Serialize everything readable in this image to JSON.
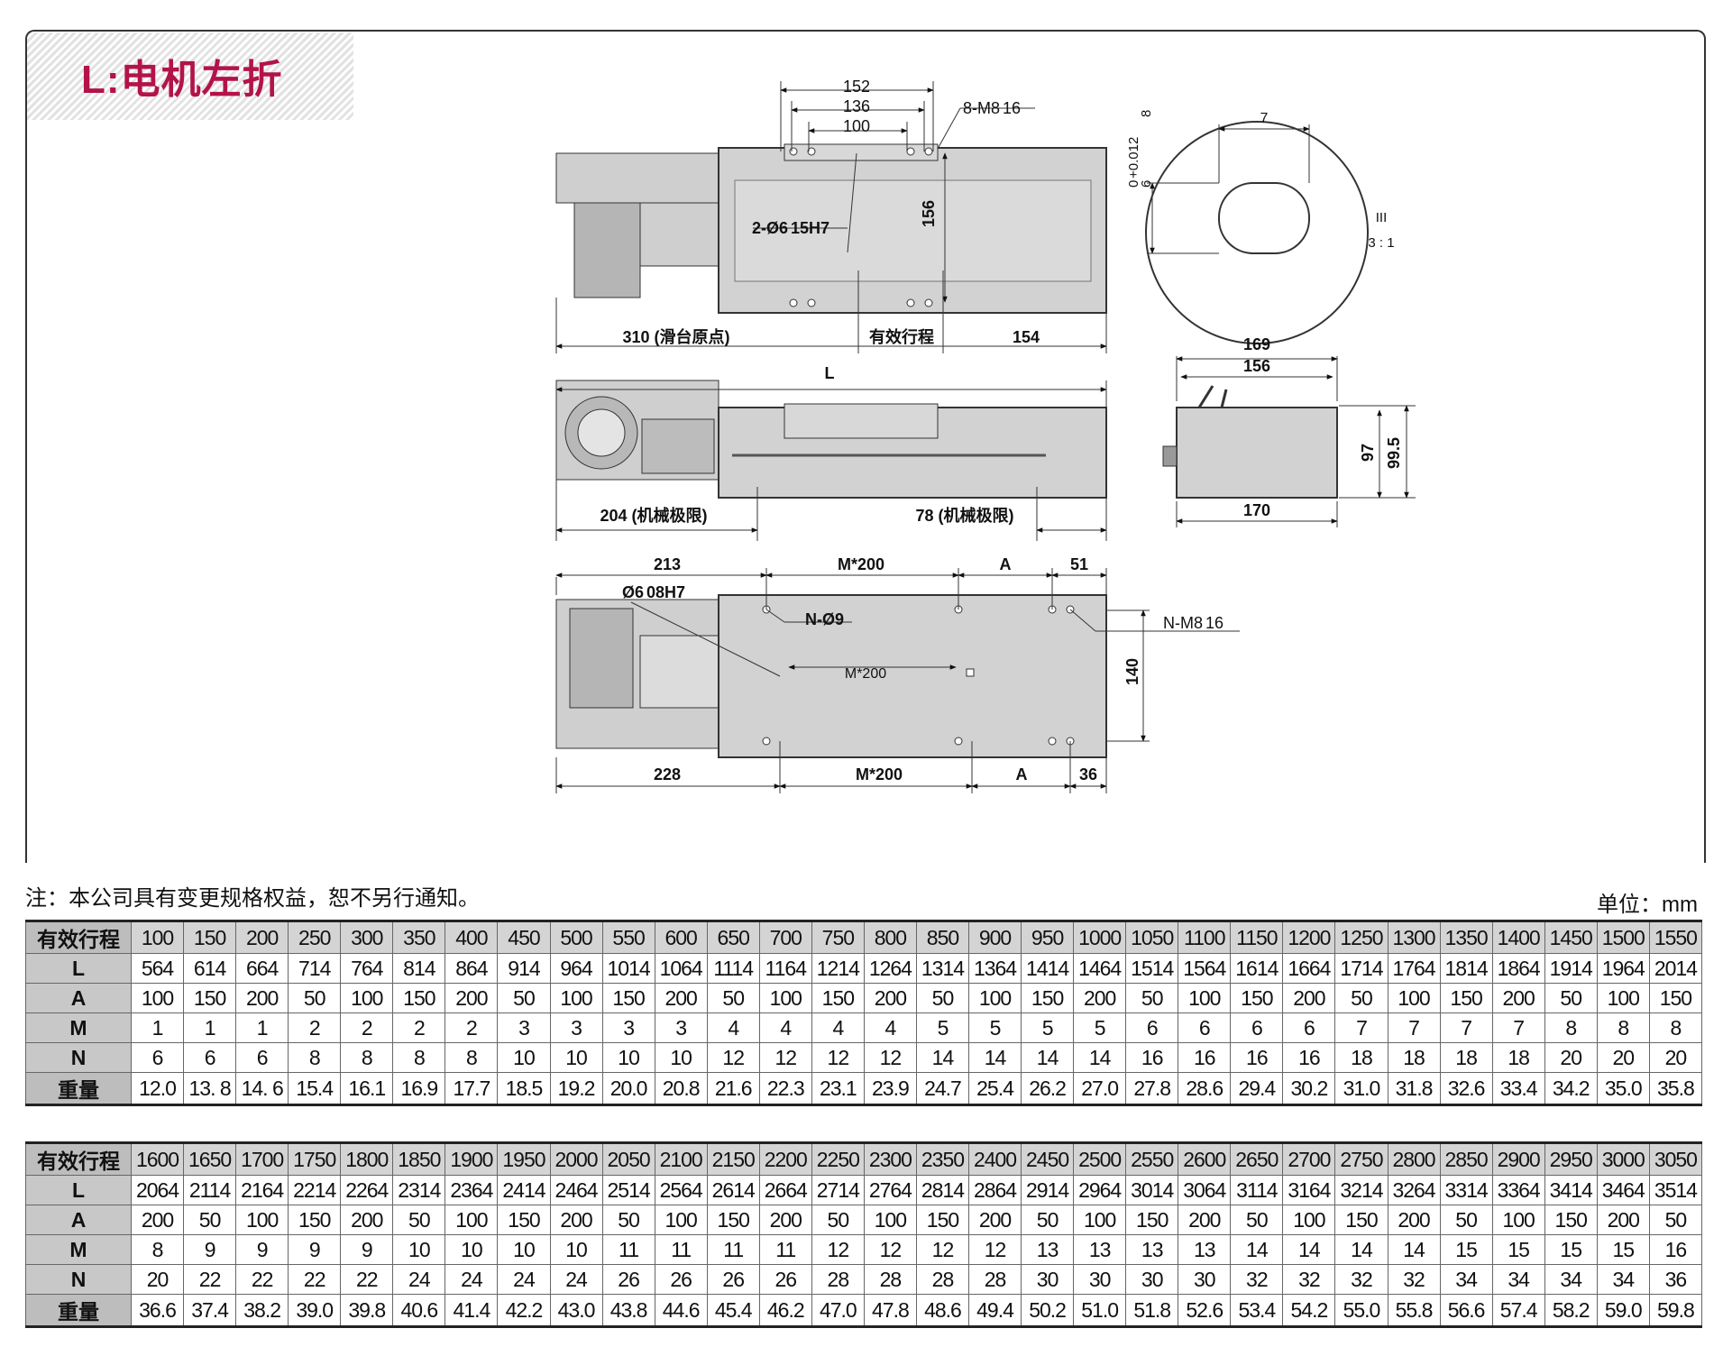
{
  "title": "L:电机左折",
  "drawing": {
    "dims": {
      "d152": "152",
      "d136": "136",
      "d100": "100",
      "m8": "8-M8",
      "dep16": "16",
      "hole": "2-Ø6",
      "dep15h7": "15H7",
      "d156v": "156",
      "d310": "310 (滑台原点)",
      "stroke": "有效行程",
      "d154": "154",
      "L": "L",
      "d204": "204 (机械极限)",
      "d78": "78 (机械极限)",
      "d169": "169",
      "d156": "156",
      "d97": "97",
      "d99_5": "99.5",
      "d170": "170",
      "d213": "213",
      "m200a": "M*200",
      "A1": "A",
      "d51": "51",
      "d6h7": "Ø6",
      "dep08h7": "08H7",
      "n9": "N-Ø9",
      "nm8": "N-M8",
      "dep16b": "16",
      "m200mid": "M*200",
      "d140": "140",
      "d228": "228",
      "m200b": "M*200",
      "A2": "A",
      "d36": "36"
    },
    "detail": {
      "d7": "7",
      "tol": "+0.012",
      "zero": "0",
      "six": "6",
      "dep8": "8",
      "view": "III",
      "scale": "3 : 1"
    }
  },
  "note": "注：本公司具有变更规格权益，恕不另行通知。",
  "unit": "单位：mm",
  "table1": {
    "rows": [
      {
        "label": "有效行程",
        "values": [
          "100",
          "150",
          "200",
          "250",
          "300",
          "350",
          "400",
          "450",
          "500",
          "550",
          "600",
          "650",
          "700",
          "750",
          "800",
          "850",
          "900",
          "950",
          "1000",
          "1050",
          "1100",
          "1150",
          "1200",
          "1250",
          "1300",
          "1350",
          "1400",
          "1450",
          "1500",
          "1550"
        ]
      },
      {
        "label": "L",
        "values": [
          "564",
          "614",
          "664",
          "714",
          "764",
          "814",
          "864",
          "914",
          "964",
          "1014",
          "1064",
          "1114",
          "1164",
          "1214",
          "1264",
          "1314",
          "1364",
          "1414",
          "1464",
          "1514",
          "1564",
          "1614",
          "1664",
          "1714",
          "1764",
          "1814",
          "1864",
          "1914",
          "1964",
          "2014"
        ]
      },
      {
        "label": "A",
        "values": [
          "100",
          "150",
          "200",
          "50",
          "100",
          "150",
          "200",
          "50",
          "100",
          "150",
          "200",
          "50",
          "100",
          "150",
          "200",
          "50",
          "100",
          "150",
          "200",
          "50",
          "100",
          "150",
          "200",
          "50",
          "100",
          "150",
          "200",
          "50",
          "100",
          "150"
        ]
      },
      {
        "label": "M",
        "values": [
          "1",
          "1",
          "1",
          "2",
          "2",
          "2",
          "2",
          "3",
          "3",
          "3",
          "3",
          "4",
          "4",
          "4",
          "4",
          "5",
          "5",
          "5",
          "5",
          "6",
          "6",
          "6",
          "6",
          "7",
          "7",
          "7",
          "7",
          "8",
          "8",
          "8"
        ]
      },
      {
        "label": "N",
        "values": [
          "6",
          "6",
          "6",
          "8",
          "8",
          "8",
          "8",
          "10",
          "10",
          "10",
          "10",
          "12",
          "12",
          "12",
          "12",
          "14",
          "14",
          "14",
          "14",
          "16",
          "16",
          "16",
          "16",
          "18",
          "18",
          "18",
          "18",
          "20",
          "20",
          "20"
        ]
      },
      {
        "label": "重量",
        "values": [
          "12.0",
          "13. 8",
          "14. 6",
          "15.4",
          "16.1",
          "16.9",
          "17.7",
          "18.5",
          "19.2",
          "20.0",
          "20.8",
          "21.6",
          "22.3",
          "23.1",
          "23.9",
          "24.7",
          "25.4",
          "26.2",
          "27.0",
          "27.8",
          "28.6",
          "29.4",
          "30.2",
          "31.0",
          "31.8",
          "32.6",
          "33.4",
          "34.2",
          "35.0",
          "35.8"
        ]
      }
    ]
  },
  "table2": {
    "rows": [
      {
        "label": "有效行程",
        "values": [
          "1600",
          "1650",
          "1700",
          "1750",
          "1800",
          "1850",
          "1900",
          "1950",
          "2000",
          "2050",
          "2100",
          "2150",
          "2200",
          "2250",
          "2300",
          "2350",
          "2400",
          "2450",
          "2500",
          "2550",
          "2600",
          "2650",
          "2700",
          "2750",
          "2800",
          "2850",
          "2900",
          "2950",
          "3000",
          "3050"
        ]
      },
      {
        "label": "L",
        "values": [
          "2064",
          "2114",
          "2164",
          "2214",
          "2264",
          "2314",
          "2364",
          "2414",
          "2464",
          "2514",
          "2564",
          "2614",
          "2664",
          "2714",
          "2764",
          "2814",
          "2864",
          "2914",
          "2964",
          "3014",
          "3064",
          "3114",
          "3164",
          "3214",
          "3264",
          "3314",
          "3364",
          "3414",
          "3464",
          "3514"
        ]
      },
      {
        "label": "A",
        "values": [
          "200",
          "50",
          "100",
          "150",
          "200",
          "50",
          "100",
          "150",
          "200",
          "50",
          "100",
          "150",
          "200",
          "50",
          "100",
          "150",
          "200",
          "50",
          "100",
          "150",
          "200",
          "50",
          "100",
          "150",
          "200",
          "50",
          "100",
          "150",
          "200",
          "50"
        ]
      },
      {
        "label": "M",
        "values": [
          "8",
          "9",
          "9",
          "9",
          "9",
          "10",
          "10",
          "10",
          "10",
          "11",
          "11",
          "11",
          "11",
          "12",
          "12",
          "12",
          "12",
          "13",
          "13",
          "13",
          "13",
          "14",
          "14",
          "14",
          "14",
          "15",
          "15",
          "15",
          "15",
          "16"
        ]
      },
      {
        "label": "N",
        "values": [
          "20",
          "22",
          "22",
          "22",
          "22",
          "24",
          "24",
          "24",
          "24",
          "26",
          "26",
          "26",
          "26",
          "28",
          "28",
          "28",
          "28",
          "30",
          "30",
          "30",
          "30",
          "32",
          "32",
          "32",
          "32",
          "34",
          "34",
          "34",
          "34",
          "36"
        ]
      },
      {
        "label": "重量",
        "values": [
          "36.6",
          "37.4",
          "38.2",
          "39.0",
          "39.8",
          "40.6",
          "41.4",
          "42.2",
          "43.0",
          "43.8",
          "44.6",
          "45.4",
          "46.2",
          "47.0",
          "47.8",
          "48.6",
          "49.4",
          "50.2",
          "51.0",
          "51.8",
          "52.6",
          "53.4",
          "54.2",
          "55.0",
          "55.8",
          "56.6",
          "57.4",
          "58.2",
          "59.0",
          "59.8"
        ]
      }
    ]
  }
}
